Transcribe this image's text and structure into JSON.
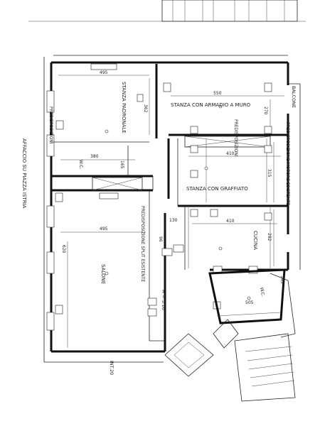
{
  "rooms": {
    "stanza_padronale": "STANZA PADRONALE",
    "stanza_armadio": "STANZA CON ARMADIO A MURO",
    "stanza_graffiato": "STANZA CON GRAFFIATO",
    "cucina": "CUCINA",
    "salone": "SALONE",
    "wc_left": "W.C.",
    "wc_right": "W.C."
  },
  "notes": {
    "affaccio": "AFFACCIO SU PIAZZA ISTRIA",
    "balcone": "BALCONE",
    "predisposizioni_left": "PREDISPOSIZIONI",
    "predisposizioni_center": "PREDISPOSIZIONI",
    "predisposizione_motore": "PREDISPOSIZIONE MOTORE ESISTENTE",
    "predisposizione_split": "PREDISPOSIZIONE SPLIT ESISTENTE",
    "altezza": "H = 3.10",
    "interno": "INT.20"
  },
  "dimensions": {
    "d495_top": "495",
    "d362": "362",
    "d550": "550",
    "d270": "270",
    "d410_a": "410",
    "d315": "315",
    "d380": "380",
    "d165": "165",
    "d495_mid": "495",
    "d130": "130",
    "d410_b": "410",
    "d292": "292",
    "d620": "620",
    "d505": "505",
    "d145": "145",
    "d96": "96"
  }
}
